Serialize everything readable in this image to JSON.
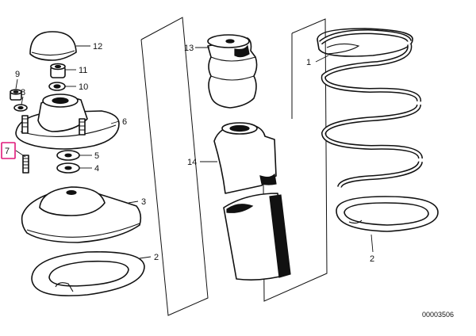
{
  "callouts": {
    "c1": "1",
    "c2a": "2",
    "c2b": "2",
    "c3": "3",
    "c4": "4",
    "c5": "5",
    "c6": "6",
    "c7": "7",
    "c8": "8",
    "c9": "9",
    "c10": "10",
    "c11": "11",
    "c12": "12",
    "c13": "13",
    "c14": "14"
  },
  "diagram_code": "00003506",
  "highlight_color": "#e0197a"
}
